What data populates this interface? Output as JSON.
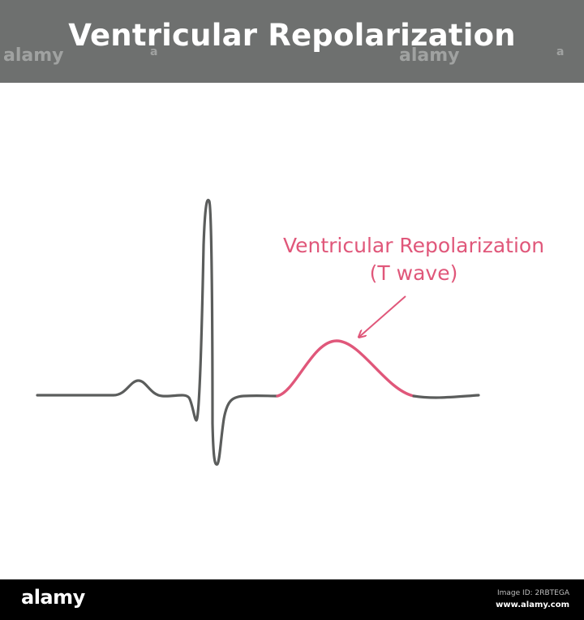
{
  "header": {
    "title": "Ventricular Repolarization",
    "watermarks": [
      "alamy",
      "a",
      "alamy",
      "a"
    ]
  },
  "annotation": {
    "line1": "Ventricular Repolarization",
    "line2": "(T wave)"
  },
  "footer": {
    "brand": "alamy",
    "image_id": "Image ID: 2RBTEGA",
    "site": "www.alamy.com"
  },
  "colors": {
    "header_bg": "#6e706f",
    "trace": "#5b5d5c",
    "t_wave": "#e0577a",
    "footer_bg": "#000000"
  }
}
